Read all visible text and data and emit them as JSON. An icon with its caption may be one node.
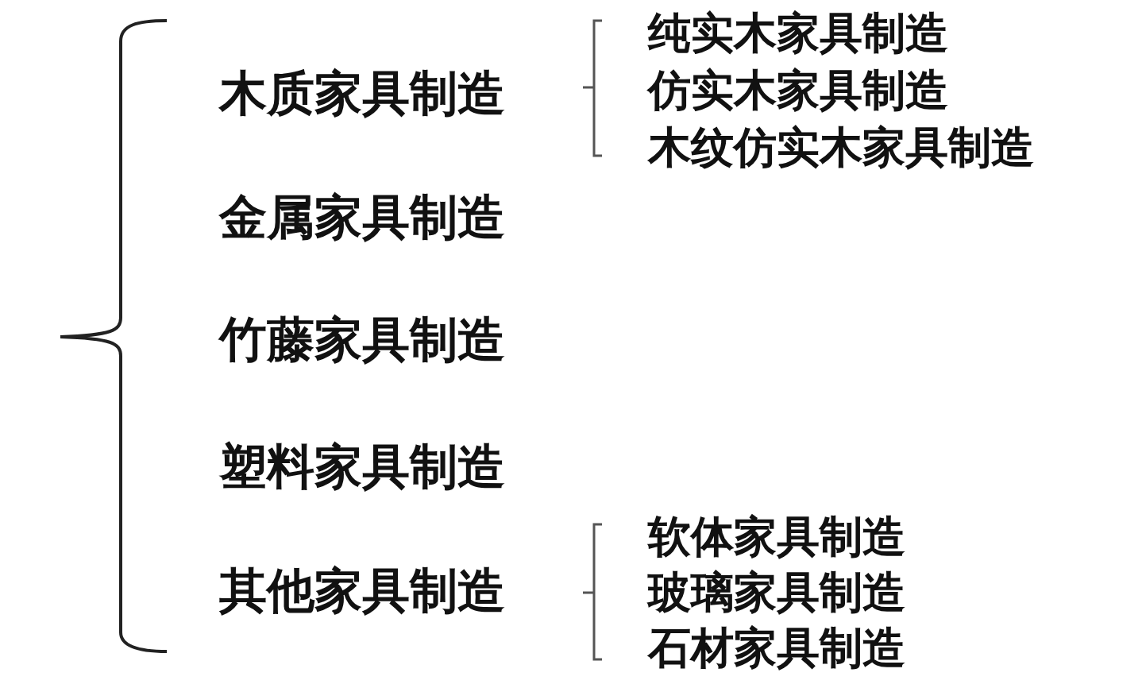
{
  "diagram": {
    "labels": [
      "木质家具制造",
      "纯实木家具制造",
      "仿实木家具制造",
      "木纹仿实木家具制造",
      "金属家具制造",
      "竹藤家具制造",
      "塑料家具制造",
      "其他家具制造",
      "软体家具制造",
      "玻璃家具制造",
      "石材家具制造"
    ]
  }
}
